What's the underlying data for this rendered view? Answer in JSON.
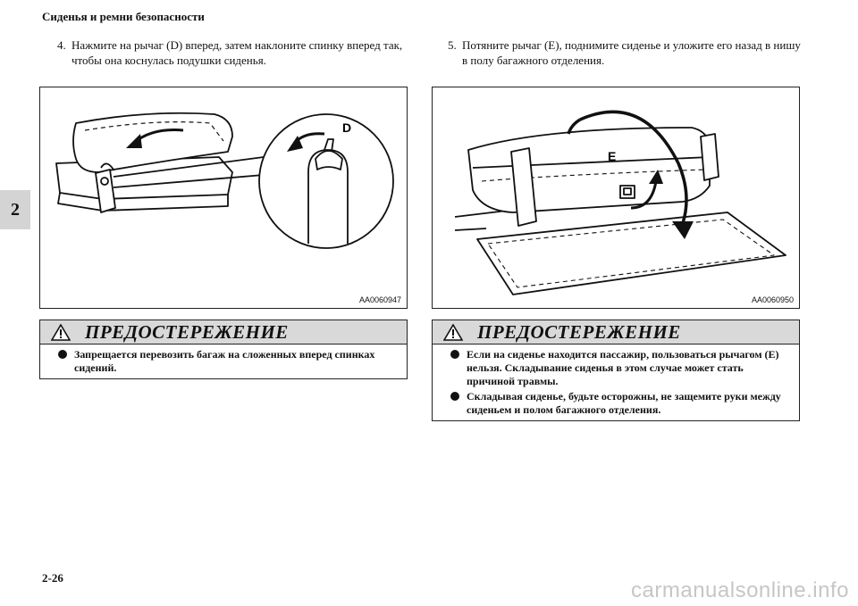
{
  "header": {
    "title": "Сиденья и ремни безопасности"
  },
  "chapter_tab": "2",
  "steps": [
    {
      "number": "4.",
      "text": "Нажмите на рычаг (D) вперед, затем наклоните спинку вперед так, чтобы она коснулась подушки сиденья."
    },
    {
      "number": "5.",
      "text": "Потяните рычаг (E), поднимите сиденье и уложите его назад в нишу в полу багажного отделения."
    }
  ],
  "figures": [
    {
      "code": "AA0060947",
      "callout": "D"
    },
    {
      "code": "AA0060950",
      "callout": "E"
    }
  ],
  "warnings": [
    {
      "title": "ПРЕДОСТЕРЕЖЕНИЕ",
      "items": [
        "Запрещается перевозить багаж на сложенных вперед спинках сидений."
      ]
    },
    {
      "title": "ПРЕДОСТЕРЕЖЕНИЕ",
      "items": [
        "Если на сиденье находится пассажир, пользоваться рычагом (E) нельзя. Складывание сиденья в этом случае может стать причиной травмы.",
        "Складывая сиденье, будьте осторожны, не защемите руки между сиденьем и полом багажного отделения."
      ]
    }
  ],
  "footer": {
    "page_number": "2-26",
    "watermark": "carmanualsonline.info"
  }
}
